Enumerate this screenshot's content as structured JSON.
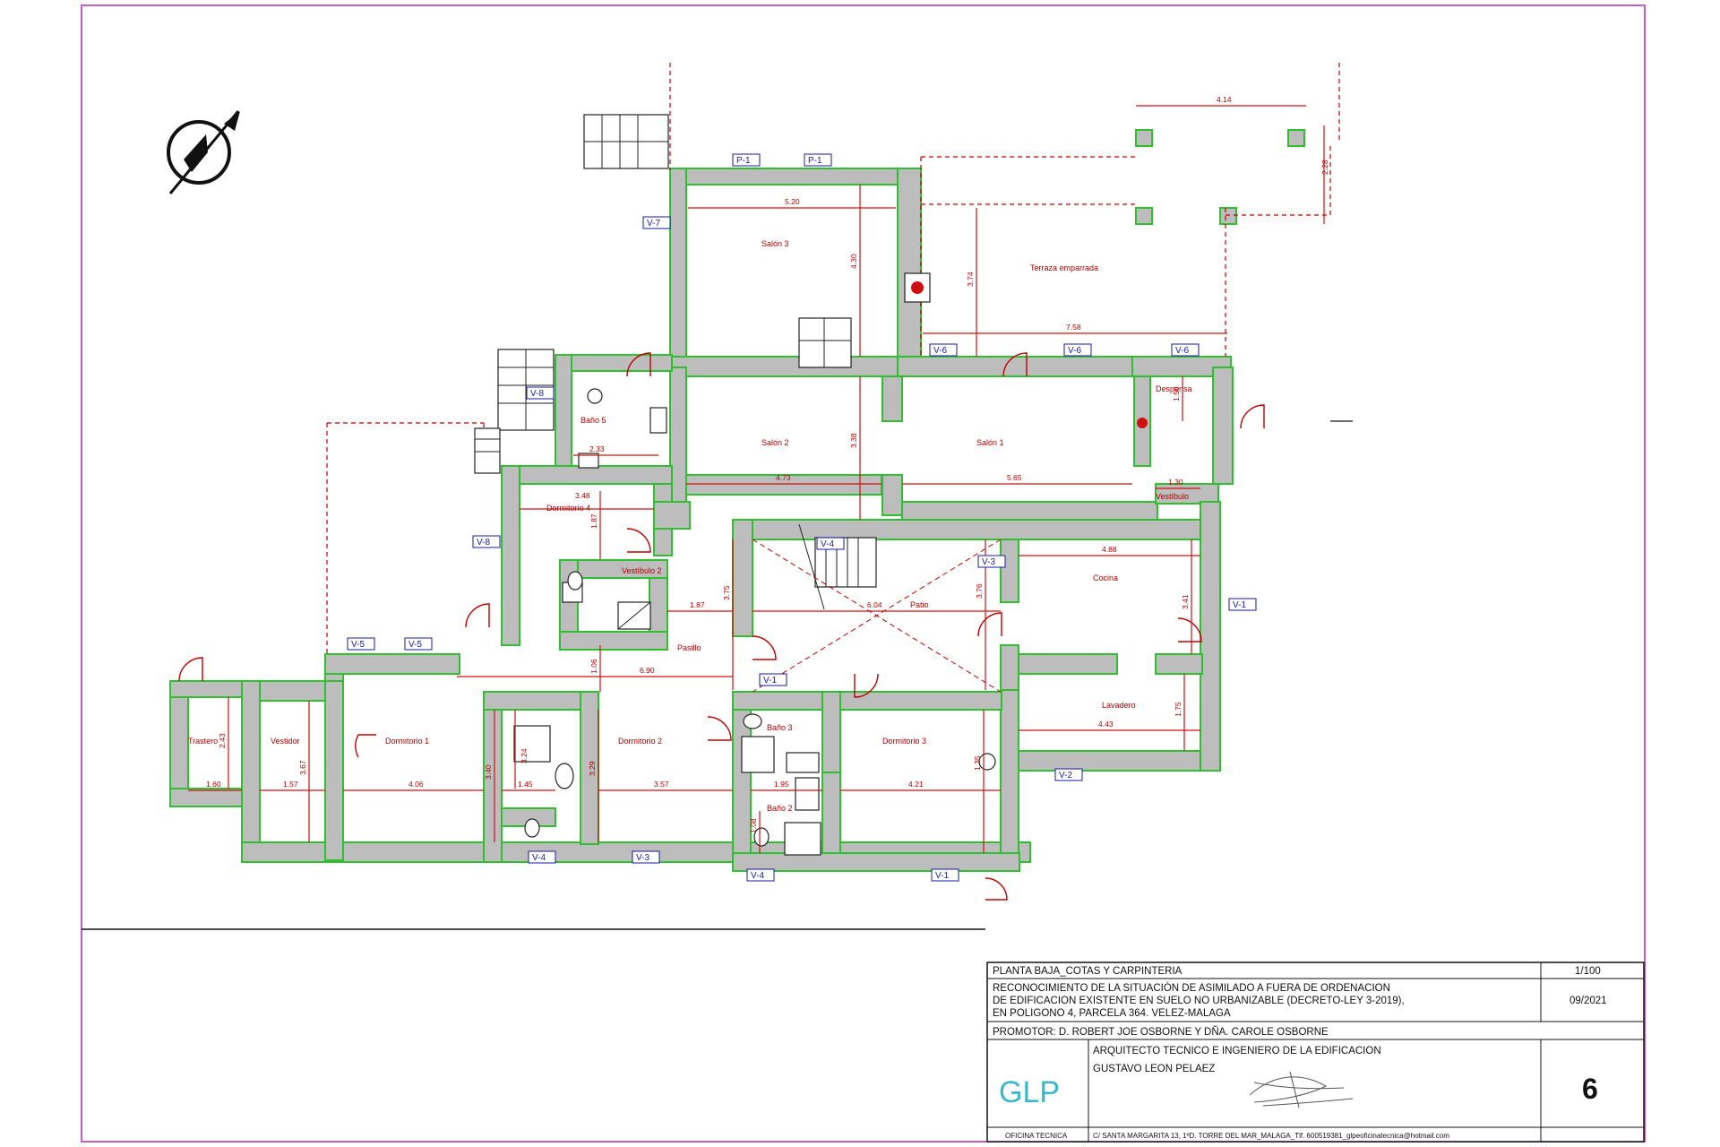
{
  "sheet": {
    "border_color": "#c060c0"
  },
  "plan": {
    "rooms": {
      "salon3": "Salón 3",
      "salon2": "Salón 2",
      "salon1": "Salón 1",
      "terraza": "Terraza emparrada",
      "despensa": "Despensa",
      "bano5": "Baño 5",
      "dormitorio4": "Dormitorio 4",
      "vestibulo2": "Vestíbulo 2",
      "vestibulo": "Vestíbulo",
      "patio": "Patio",
      "cocina": "Cocina",
      "pasillo": "Pasillo",
      "lavadero": "Lavadero",
      "trastero": "Trastero",
      "vestidor": "Vestidor",
      "dormitorio1": "Dormitorio 1",
      "dormitorio2": "Dormitorio 2",
      "dormitorio3": "Dormitorio 3",
      "bano3": "Baño 3",
      "bano2": "Baño 2"
    },
    "dimensions": {
      "d_414": "4.14",
      "d_228": "2.28",
      "d_520": "5.20",
      "d_430": "4.30",
      "d_374": "3.74",
      "d_758": "7.58",
      "d_150": "1.50",
      "d_233": "2.33",
      "d_473": "4.73",
      "d_338": "3.38",
      "d_565": "5.65",
      "d_130": "1.30",
      "d_348": "3.48",
      "d_187a": "1.87",
      "d_187b": "1.87",
      "d_375": "3.75",
      "d_604": "6.04",
      "d_376": "3.76",
      "d_488": "4.88",
      "d_341": "3.41",
      "d_106": "1.06",
      "d_690": "6.90",
      "d_443": "4.43",
      "d_175": "1.75",
      "d_243": "2.43",
      "d_160": "1.60",
      "d_157": "1.57",
      "d_367": "3.67",
      "d_406": "4.06",
      "d_340": "3.40",
      "d_324": "3.24",
      "d_145": "1.45",
      "d_329": "3.29",
      "d_357": "3.57",
      "d_195": "1.95",
      "d_421": "4.21",
      "d_135": "1.35",
      "d_108": "1.08"
    },
    "windows": {
      "p1a": "P-1",
      "p1b": "P-1",
      "v7": "V-7",
      "v6a": "V-6",
      "v6b": "V-6",
      "v6c": "V-6",
      "v8a": "V-8",
      "v8b": "V-8",
      "v4a": "V-4",
      "v5a": "V-5",
      "v5b": "V-5",
      "v3a": "V-3",
      "v1a": "V-1",
      "v1b": "V-1",
      "v1c": "V-1",
      "v4b": "V-4",
      "v4c": "V-4",
      "v3b": "V-3",
      "v2": "V-2"
    }
  },
  "title_block": {
    "sheet_title": "PLANTA BAJA_COTAS Y CARPINTERIA",
    "scale": "1/100",
    "description_line1": "RECONOCIMIENTO DE LA SITUACIÓN DE ASIMILADO A FUERA DE ORDENACION",
    "description_line2": "DE EDIFICACION EXISTENTE EN SUELO NO URBANIZABLE (DECRETO-LEY  3-2019),",
    "description_line3": "EN POLIGONO 4, PARCELA 364. VELEZ-MALAGA",
    "date": "09/2021",
    "promoter": "PROMOTOR: D. ROBERT JOE OSBORNE Y DÑA. CAROLE OSBORNE",
    "author_role": "ARQUITECTO TECNICO E INGENIERO DE LA EDIFICACION",
    "author_name": "GUSTAVO LEON PELAEZ",
    "logo_text": "GLP",
    "logo_caption": "OFICINA TECNICA",
    "address": "C/ SANTA MARGARITA 13, 1ºD. TORRE DEL MAR_MALAGA_Tlf. 600519381_glpeoficinatecnica@hotmail.com",
    "sheet_number": "6",
    "logo_color": "#3cb9c7"
  }
}
